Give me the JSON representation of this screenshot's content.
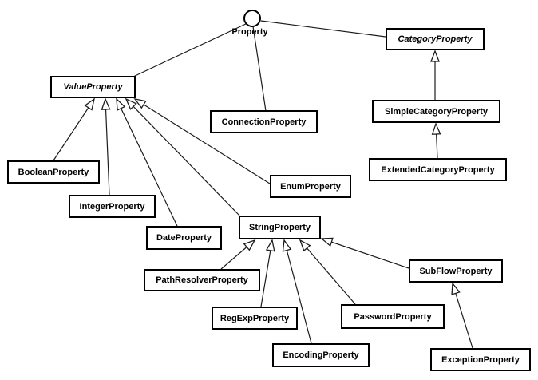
{
  "diagram": {
    "background_color": "#ffffff",
    "line_color": "#1c1c1c",
    "box_border_color": "#000000",
    "box_fill_color": "#ffffff",
    "text_color": "#000000",
    "interface": {
      "name": "Property",
      "notation": "lollipop-circle"
    },
    "classes": [
      {
        "name": "ValueProperty",
        "abstract": true
      },
      {
        "name": "CategoryProperty",
        "abstract": true
      },
      {
        "name": "ConnectionProperty",
        "abstract": false
      },
      {
        "name": "SimpleCategoryProperty",
        "abstract": false
      },
      {
        "name": "ExtendedCategoryProperty",
        "abstract": false
      },
      {
        "name": "BooleanProperty",
        "abstract": false
      },
      {
        "name": "IntegerProperty",
        "abstract": false
      },
      {
        "name": "DateProperty",
        "abstract": false
      },
      {
        "name": "EnumProperty",
        "abstract": false
      },
      {
        "name": "StringProperty",
        "abstract": false
      },
      {
        "name": "PathResolverProperty",
        "abstract": false
      },
      {
        "name": "RegExpProperty",
        "abstract": false
      },
      {
        "name": "EncodingProperty",
        "abstract": false
      },
      {
        "name": "PasswordProperty",
        "abstract": false
      },
      {
        "name": "SubFlowProperty",
        "abstract": false
      },
      {
        "name": "ExceptionProperty",
        "abstract": false
      }
    ],
    "relationships": {
      "realizations": [
        {
          "from": "ValueProperty",
          "to": "Property"
        },
        {
          "from": "ConnectionProperty",
          "to": "Property"
        },
        {
          "from": "CategoryProperty",
          "to": "Property"
        }
      ],
      "generalizations": [
        {
          "child": "BooleanProperty",
          "parent": "ValueProperty"
        },
        {
          "child": "IntegerProperty",
          "parent": "ValueProperty"
        },
        {
          "child": "DateProperty",
          "parent": "ValueProperty"
        },
        {
          "child": "StringProperty",
          "parent": "ValueProperty"
        },
        {
          "child": "EnumProperty",
          "parent": "ValueProperty"
        },
        {
          "child": "SimpleCategoryProperty",
          "parent": "CategoryProperty"
        },
        {
          "child": "ExtendedCategoryProperty",
          "parent": "SimpleCategoryProperty"
        },
        {
          "child": "PathResolverProperty",
          "parent": "StringProperty"
        },
        {
          "child": "RegExpProperty",
          "parent": "StringProperty"
        },
        {
          "child": "EncodingProperty",
          "parent": "StringProperty"
        },
        {
          "child": "PasswordProperty",
          "parent": "StringProperty"
        },
        {
          "child": "SubFlowProperty",
          "parent": "StringProperty"
        },
        {
          "child": "ExceptionProperty",
          "parent": "SubFlowProperty"
        }
      ]
    }
  }
}
